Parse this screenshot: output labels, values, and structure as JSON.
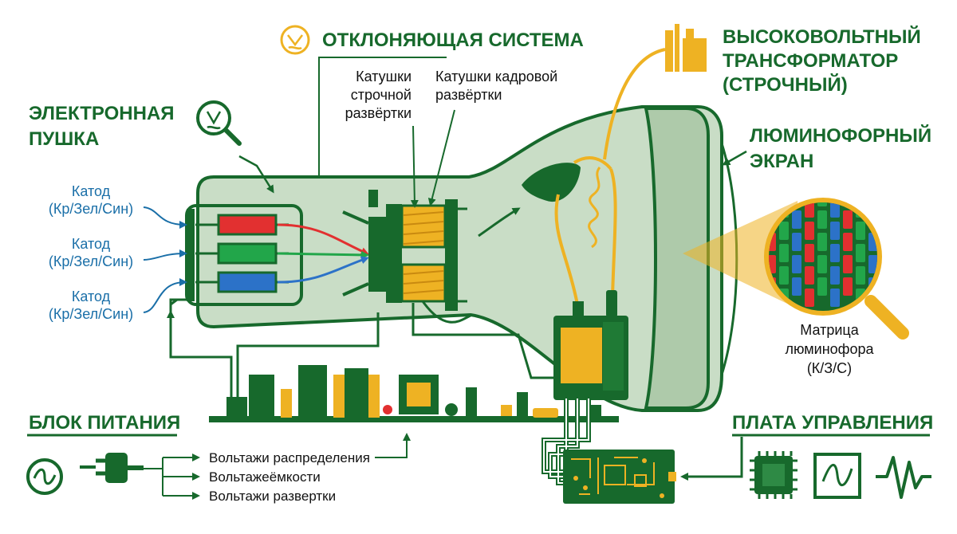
{
  "headings": {
    "deflection": "ОТКЛОНЯЮЩАЯ СИСТЕМА",
    "transformer_1": "ВЫСОКОВОЛЬТНЫЙ",
    "transformer_2": "ТРАНСФОРМАТОР",
    "transformer_3": "(СТРОЧНЫЙ)",
    "gun_1": "ЭЛЕКТРОННАЯ",
    "gun_2": "ПУШКА",
    "screen_1": "ЛЮМИНОФОРНЫЙ",
    "screen_2": "ЭКРАН",
    "power": "БЛОК ПИТАНИЯ",
    "control": "ПЛАТА УПРАВЛЕНИЯ"
  },
  "coils": {
    "horizontal_1": "Катушки",
    "horizontal_2": "строчной",
    "horizontal_3": "развёртки",
    "vertical_1": "Катушки кадровой",
    "vertical_2": "развёртки"
  },
  "cathodes": [
    {
      "line1": "Катод",
      "line2": "(Кр/Зел/Син)"
    },
    {
      "line1": "Катод",
      "line2": "(Кр/Зел/Син)"
    },
    {
      "line1": "Катод",
      "line2": "(Кр/Зел/Син)"
    }
  ],
  "phosphor": {
    "line1": "Матрица",
    "line2": "люминофора",
    "line3": "(К/З/С)"
  },
  "power_outputs": [
    "Вольтажи распределения",
    "Вольтажеёмкости",
    "Вольтажи развертки"
  ],
  "colors": {
    "green_dark": "#17692c",
    "green_light": "#c9ddc6",
    "yellow": "#eeb223",
    "red": "#e23030",
    "green_beam": "#22a64a",
    "blue": "#2c72c8",
    "cathode_label": "#1a6fa8"
  },
  "icons": {
    "deflection": "sine-wave-circle-icon",
    "transformer": "transformer-icon",
    "gun": "magnifier-wave-icon",
    "screen": "magnifier-matrix-icon",
    "power": "ac-plug-icon",
    "control": "chip-sine-pulse-icons"
  }
}
